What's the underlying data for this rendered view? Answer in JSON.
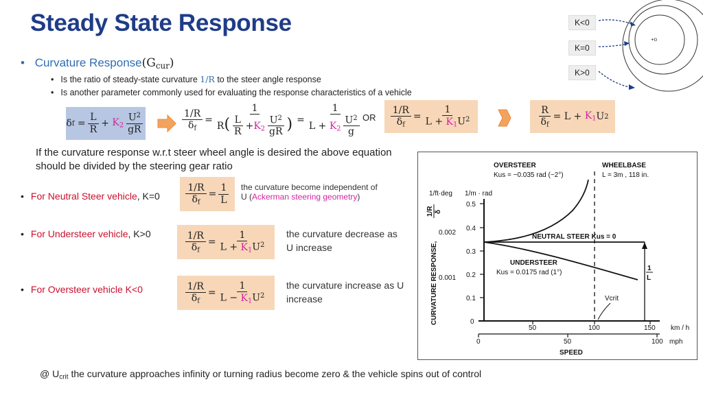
{
  "slide": {
    "title": "Steady State Response",
    "bullet_main": "Curvature Response",
    "bullet_main_symbol": "G",
    "bullet_main_symbol_sub": "cur",
    "sub1_prefix": "Is the ratio of steady-state curvature ",
    "sub1_symbol": "1/R",
    "sub1_suffix": " to the steer angle response",
    "sub2": "Is another parameter commonly used for evaluating the response characteristics of a vehicle",
    "or_label": "OR",
    "explain": "If the curvature response w.r.t steer wheel angle is desired  the above equation should be divided by  the steering gear ratio",
    "neutral_label": "For Neutral Steer vehicle",
    "neutral_cond": ", K=0",
    "neutral_note_1": "the curvature  become independent of",
    "neutral_note_2a": "U (",
    "neutral_note_2b": "Ackerman steering geometry",
    "neutral_note_2c": ")",
    "under_label": "For Understeer vehicle",
    "under_cond": ", K>0",
    "under_note": "the curvature  decrease as U  increase",
    "over_label": "For Oversteer vehicle K<0",
    "over_note": "the curvature  increase as U  increase",
    "footer_pre": "@ U",
    "footer_sub": "crit",
    "footer_post": " the curvature approaches infinity  or turning radius become zero & the vehicle spins out of control"
  },
  "circles": {
    "k_neg": "K<0",
    "k_zero": "K=0",
    "k_pos": "K>0",
    "center_label": "+o"
  },
  "graph": {
    "oversteer_title": "OVERSTEER",
    "oversteer_k": "Kus = −0.035 rad  (−2°)",
    "wheelbase_title": "WHEELBASE",
    "wheelbase_val": "L = 3m ,  118 in.",
    "y_units_left": "1/ft·deg",
    "y_units_right": "1/m · rad",
    "y_title": "CURVATURE  RESPONSE,",
    "y_frac_num": "1/R",
    "y_frac_den": "δ",
    "neutral": "NEUTRAL  STEER  Kus = 0",
    "understeer_title": "UNDERSTEER",
    "understeer_k": "Kus = 0.0175 rad  (1°)",
    "vcrit": "Vcrit",
    "one_over_l_num": "1",
    "one_over_l_den": "L",
    "x_title": "SPEED",
    "x_unit_kmh": "km / h",
    "x_unit_mph": "mph",
    "y_ticks_right": [
      "0.5",
      "0.4",
      "0.3",
      "0.2",
      "0.1",
      "0"
    ],
    "y_ticks_left": [
      "0.002",
      "0.001"
    ],
    "x_ticks_kmh": [
      "50",
      "100",
      "150"
    ],
    "x_ticks_mph": [
      "0",
      "50",
      "100"
    ]
  }
}
